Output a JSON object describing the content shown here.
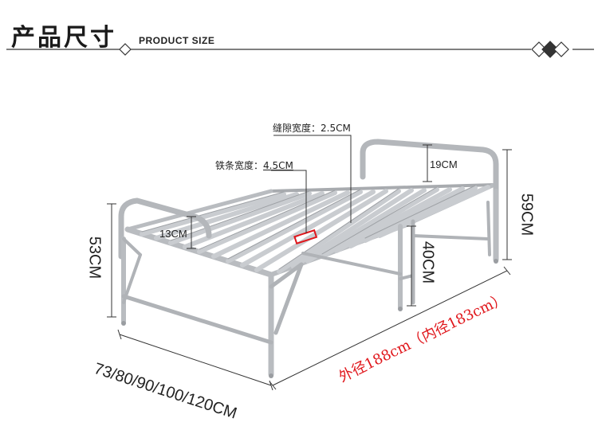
{
  "header": {
    "title": "产品尺寸",
    "subtitle": "PRODUCT SIZE"
  },
  "labels": {
    "gap_width": "缝隙宽度：2.5CM",
    "strip_width_label": "铁条宽度：",
    "strip_width_value": "4.5CM",
    "head_height": "19CM",
    "foot_height": "13CM",
    "total_height": "59CM",
    "side_height": "53CM",
    "leg_height": "40CM",
    "widths": "73/80/90/100/120CM",
    "length": "外径188cm（内径183cm）"
  },
  "colors": {
    "frame": "#b9bcc0",
    "frame_dark": "#8a8d91",
    "accent_red": "#e0161b",
    "text": "#222222"
  }
}
